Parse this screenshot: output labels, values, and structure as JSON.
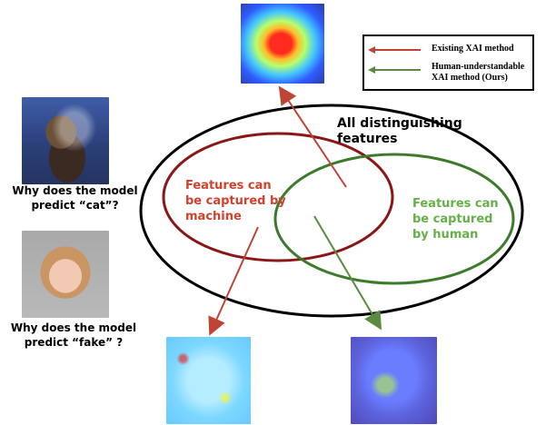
{
  "legend": {
    "existing": "Existing XAI method",
    "ours": "Human-understandable\nXAI method (Ours)"
  },
  "labels": {
    "all": "All distinguishing\nfeatures",
    "machine": "Features can\nbe captured by\nmachine",
    "human": "Features can\nbe captured\nby human"
  },
  "questions": {
    "cat": "Why does the model\npredict “cat”?",
    "fake": "Why does the model\npredict “fake” ?"
  },
  "colors": {
    "existing": "#c04433",
    "ours": "#5a8b3f",
    "machine": "#8b1616",
    "human": "#3c7a2c",
    "all": "#000000"
  }
}
